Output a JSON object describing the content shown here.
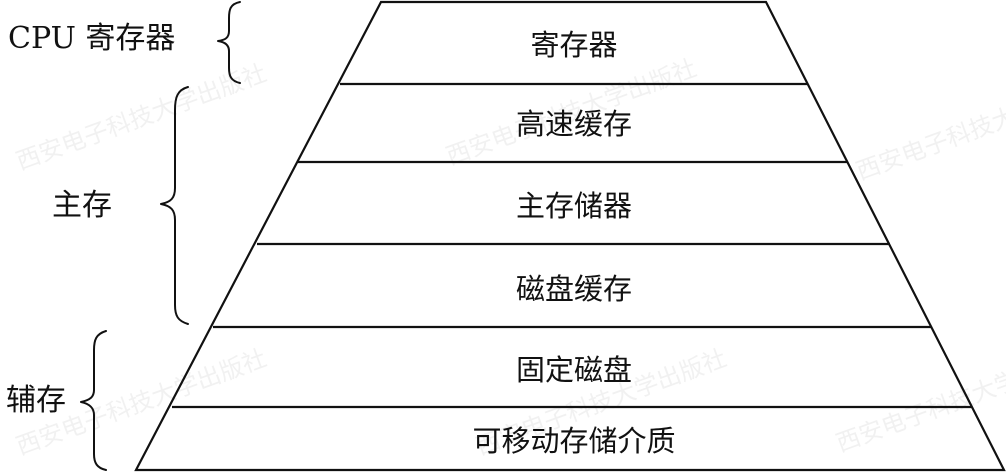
{
  "diagram": {
    "levels": [
      "寄存器",
      "高速缓存",
      "主存储器",
      "磁盘缓存",
      "固定磁盘",
      "可移动存储介质"
    ],
    "groups": {
      "cpu": "CPU 寄存器",
      "main": "主存",
      "aux": "辅存"
    },
    "watermark": "西安电子科技大学出版社"
  }
}
